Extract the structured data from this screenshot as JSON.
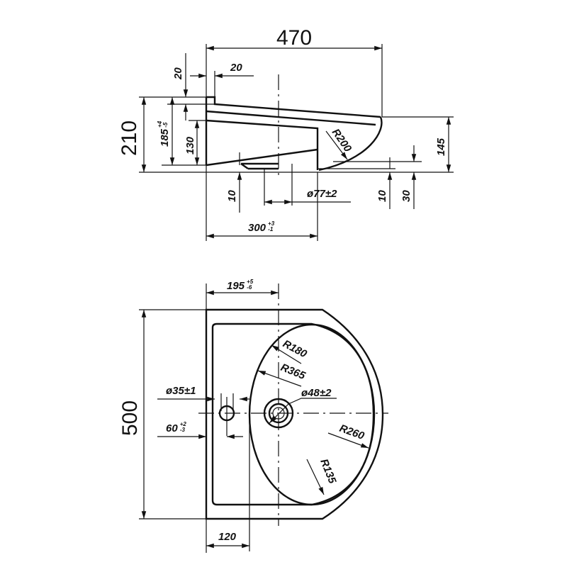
{
  "side_view": {
    "overall_length": "470",
    "lip_height": "20",
    "lip_width": "20",
    "overall_height": "210",
    "height_185": "185",
    "height_185_tol_upper": "+4",
    "height_185_tol_lower": "-5",
    "height_130": "130",
    "bottom_offset_left": "10",
    "drain_diameter": "ø77±2",
    "bottom_offset_right": "10",
    "offset_30": "30",
    "front_height": "145",
    "front_radius": "R200",
    "drain_position": "300",
    "drain_position_tol_upper": "+3",
    "drain_position_tol_lower": "-1"
  },
  "top_view": {
    "drain_offset": "195",
    "drain_offset_tol_upper": "+5",
    "drain_offset_tol_lower": "-6",
    "overall_width": "500",
    "radius_180": "R180",
    "radius_365": "R365",
    "tap_hole_diameter": "ø35±1",
    "drain_hole_diameter": "ø48±2",
    "tap_hole_offset": "60",
    "tap_hole_offset_tol_upper": "+2",
    "tap_hole_offset_tol_lower": "-3",
    "radius_260": "R260",
    "radius_135": "R135",
    "bowl_offset": "120"
  }
}
